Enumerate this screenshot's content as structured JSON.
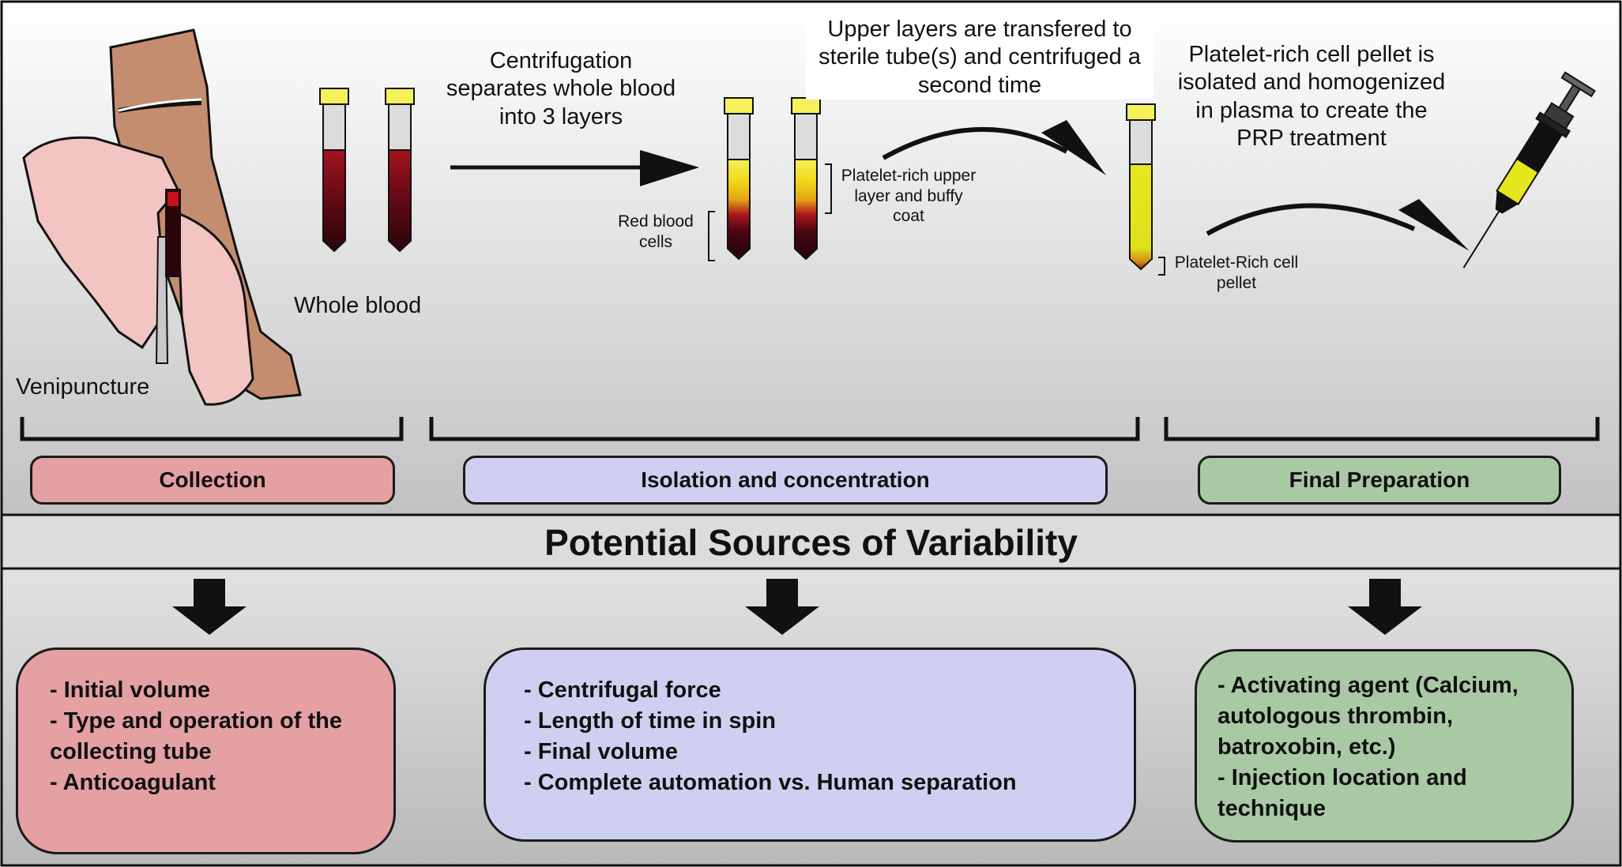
{
  "colors": {
    "collection": "#e4a0a3",
    "isolation": "#cfd0f1",
    "final": "#a9c9a4",
    "blood_dark": "#3a0610",
    "blood_red": "#a3131f",
    "plasma_yellow": "#f0e51f",
    "cap_yellow": "#f6f05a",
    "skin": "#c48d70",
    "glove": "#f2c5c2"
  },
  "labels": {
    "venipuncture": "Venipuncture",
    "whole_blood": "Whole blood",
    "centrifugation": "Centrifugation separates whole blood into 3 layers",
    "upper_layers": "Upper layers are transfered to sterile tube(s) and centrifuged a second time",
    "pellet_isolated": "Platelet-rich cell pellet is isolated and homogenized in plasma to create the PRP treatment",
    "red_blood_cells": "Red blood cells",
    "platelet_rich_layer": "Platelet-rich upper layer and buffy coat",
    "platelet_rich_pellet": "Platelet-Rich cell pellet"
  },
  "stages": [
    {
      "label": "Collection"
    },
    {
      "label": "Isolation and concentration"
    },
    {
      "label": "Final Preparation"
    }
  ],
  "section_title": "Potential Sources of Variability",
  "variability": [
    {
      "items": [
        "- Initial volume",
        "- Type and operation of the collecting tube",
        "- Anticoagulant"
      ]
    },
    {
      "items": [
        "- Centrifugal force",
        "- Length of time in spin",
        "- Final volume",
        "- Complete automation vs. Human separation"
      ]
    },
    {
      "items": [
        "- Activating agent (Calcium, autologous thrombin, batroxobin, etc.)",
        "- Injection location and technique"
      ]
    }
  ]
}
